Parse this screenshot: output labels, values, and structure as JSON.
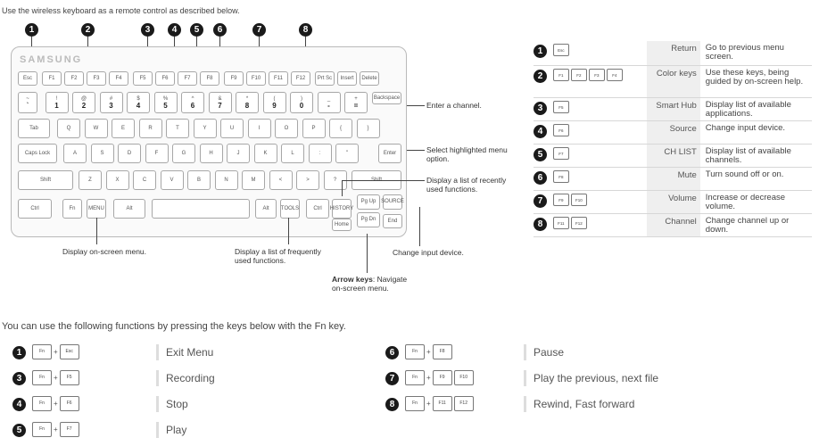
{
  "intro": "Use the wireless keyboard as a remote control as described below.",
  "brand": "SAMSUNG",
  "callouts": {
    "enter_channel": "Enter a channel.",
    "select_item": [
      "Select highlighted menu",
      "option."
    ],
    "recent": [
      "Display a list of recently",
      "used functions."
    ],
    "menu": "Display on-screen menu.",
    "tools": [
      "Display a list of frequently",
      "used functions."
    ],
    "arrow_bold": "Arrow keys",
    "arrow_rest": ": Navigate",
    "arrow_line2": "on-screen menu.",
    "change_input": "Change input device."
  },
  "keyboard": {
    "row_fn": [
      "Esc",
      "F1",
      "F2",
      "F3",
      "F4",
      "F5",
      "F6",
      "F7",
      "F8",
      "F9",
      "F10",
      "F11",
      "F12",
      "Prt Sc",
      "Insert",
      "Delete"
    ],
    "row_num_top": [
      "~",
      "!",
      "@",
      "#",
      "$",
      "%",
      "^",
      "&",
      "*",
      "(",
      ")",
      "_",
      "+"
    ],
    "row_num": [
      "`",
      "1",
      "2",
      "3",
      "4",
      "5",
      "6",
      "7",
      "8",
      "9",
      "0",
      "-",
      "="
    ],
    "backspace": "Backspace",
    "tab": "Tab",
    "row_q": [
      "Q",
      "W",
      "E",
      "R",
      "T",
      "Y",
      "U",
      "I",
      "O",
      "P",
      "{",
      "}"
    ],
    "caps": "Caps Lock",
    "row_a": [
      "A",
      "S",
      "D",
      "F",
      "G",
      "H",
      "J",
      "K",
      "L",
      ":",
      "\""
    ],
    "enter": "Enter",
    "shift": "Shift",
    "row_z": [
      "Z",
      "X",
      "C",
      "V",
      "B",
      "N",
      "M",
      "<",
      ">",
      "?"
    ],
    "ctrl": "Ctrl",
    "fn": "Fn",
    "menu": "MENU",
    "alt": "Alt",
    "tools": "TOOLS",
    "history": "HISTORY",
    "pgup": "Pg Up",
    "pgdn": "Pg Dn",
    "home": "Home",
    "end": "End",
    "source": "SOURCE"
  },
  "table": [
    {
      "num": "1",
      "keys": [
        "Esc"
      ],
      "name": "Return",
      "desc": "Go to previous menu screen."
    },
    {
      "num": "2",
      "keys": [
        "F1",
        "F2",
        "F3",
        "F4"
      ],
      "name": "Color keys",
      "desc": "Use these keys, being guided by on-screen help."
    },
    {
      "num": "3",
      "keys": [
        "F5"
      ],
      "name": "Smart Hub",
      "desc": "Display list of available applications."
    },
    {
      "num": "4",
      "keys": [
        "F6"
      ],
      "name": "Source",
      "desc": "Change input device."
    },
    {
      "num": "5",
      "keys": [
        "F7"
      ],
      "name": "CH LIST",
      "desc": "Display list of available channels."
    },
    {
      "num": "6",
      "keys": [
        "F8"
      ],
      "name": "Mute",
      "desc": "Turn sound off or on."
    },
    {
      "num": "7",
      "keys": [
        "F9",
        "F10"
      ],
      "name": "Volume",
      "desc": "Increase or decrease volume."
    },
    {
      "num": "8",
      "keys": [
        "F11",
        "F12"
      ],
      "name": "Channel",
      "desc": "Change channel up or down."
    }
  ],
  "fn_title_pre": "You can use the following functions by pressing the keys below with the ",
  "fn_title_key": "Fn",
  "fn_title_post": " key.",
  "fn_rows_left": [
    {
      "num": "1",
      "keys": [
        "Fn",
        "Esc"
      ],
      "desc": "Exit Menu"
    },
    {
      "num": "3",
      "keys": [
        "Fn",
        "F5"
      ],
      "desc": "Recording"
    },
    {
      "num": "4",
      "keys": [
        "Fn",
        "F6"
      ],
      "desc": "Stop"
    },
    {
      "num": "5",
      "keys": [
        "Fn",
        "F7"
      ],
      "desc": "Play"
    }
  ],
  "fn_rows_right": [
    {
      "num": "6",
      "keys": [
        "Fn",
        "F8"
      ],
      "desc": "Pause"
    },
    {
      "num": "7",
      "keys": [
        "Fn",
        "F9",
        "F10"
      ],
      "desc": "Play the previous, next file"
    },
    {
      "num": "8",
      "keys": [
        "Fn",
        "F11",
        "F12"
      ],
      "desc": "Rewind, Fast forward"
    }
  ],
  "diagram_nums": [
    "1",
    "2",
    "3",
    "4",
    "5",
    "6",
    "7",
    "8"
  ]
}
